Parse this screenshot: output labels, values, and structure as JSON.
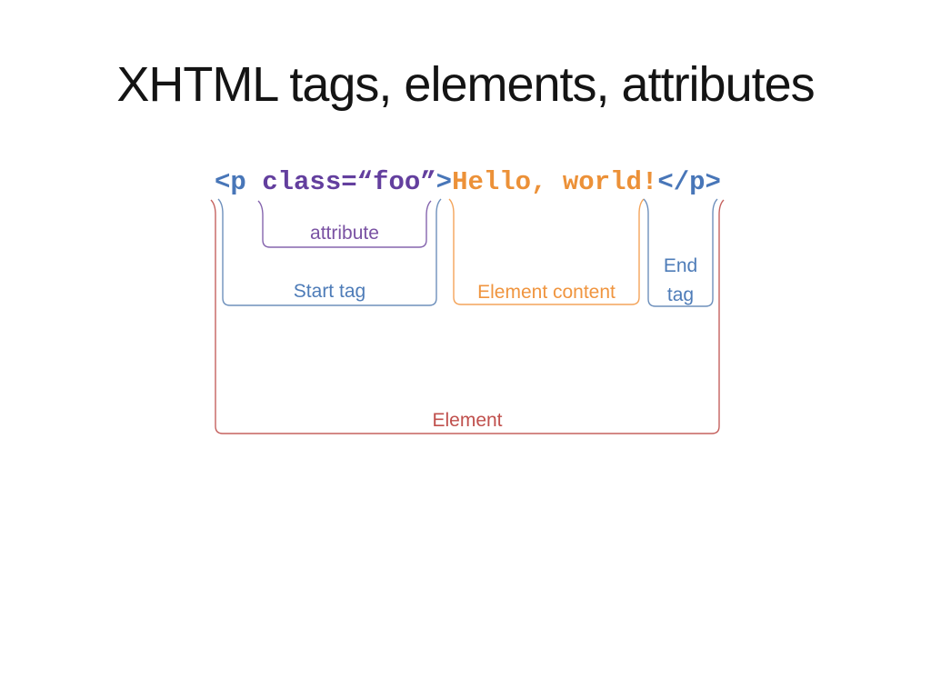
{
  "slide": {
    "title": "XHTML tags, elements, attributes",
    "background_color": "#ffffff",
    "title_color": "#141414"
  },
  "code": {
    "full_text": "<p class=“foo”>Hello, world!</p>",
    "segments": [
      {
        "text": "<p ",
        "role": "start-tag-open",
        "color": "#4876B8"
      },
      {
        "text": "class=“foo”",
        "role": "attribute",
        "color": "#633F9E"
      },
      {
        "text": ">",
        "role": "start-tag-close",
        "color": "#4876B8"
      },
      {
        "text": "Hello, world!",
        "role": "element-content",
        "color": "#EC9138"
      },
      {
        "text": "</p>",
        "role": "end-tag",
        "color": "#4876B8"
      }
    ]
  },
  "annotations": {
    "attribute": {
      "label": "attribute",
      "color": "#7A52A3",
      "bracket_color": "#8565AE"
    },
    "start_tag": {
      "label": "Start tag",
      "color": "#4E7CB8",
      "bracket_color": "#6E90BC"
    },
    "element_content": {
      "label": "Element content",
      "color": "#F0953F",
      "bracket_color": "#F4A45A"
    },
    "end_tag": {
      "label_line1": "End",
      "label_line2": "tag",
      "color": "#4E7CB8",
      "bracket_color": "#6E90BC"
    },
    "element": {
      "label": "Element",
      "color": "#C0504D",
      "bracket_color": "#C5625F"
    }
  }
}
